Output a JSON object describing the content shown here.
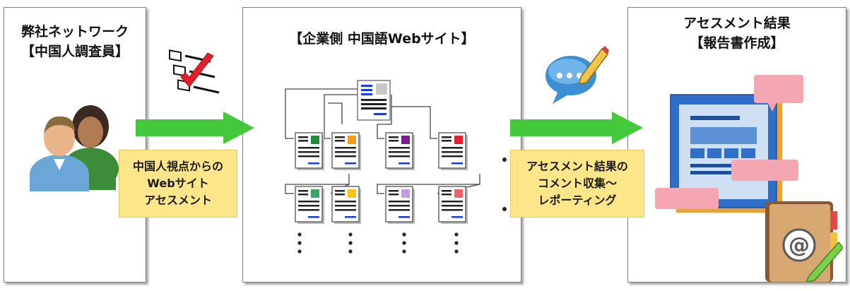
{
  "panels": {
    "left": {
      "title_line1": "弊社ネットワーク",
      "title_line2": "【中国人調査員】"
    },
    "center": {
      "title": "【企業側 中国語Webサイト】"
    },
    "right": {
      "title_line1": "アセスメント結果",
      "title_line2": "【報告書作成】"
    }
  },
  "callouts": {
    "first": {
      "line1": "中国人視点からの",
      "line2": "Webサイト",
      "line3": "アセスメント"
    },
    "second": {
      "line1": "アセスメント結果の",
      "line2": "コメント収集～",
      "line3": "レポーティング"
    }
  },
  "icons": {
    "people": "people-icon",
    "checklist": "checklist-icon",
    "comment_bubble": "comment-bubble-icon",
    "report": "report-document-icon",
    "address_book": "address-book-icon"
  },
  "sitemap": {
    "page_accent_colors_row1": [
      "#1f8b3a",
      "#f59d1c",
      "#7a1f8c",
      "#e8202a"
    ],
    "page_accent_colors_row2": [
      "#3aa56a",
      "#f7c41e",
      "#c89be0",
      "#f0606a"
    ]
  },
  "colors": {
    "arrow": "#44c93c",
    "callout": "#fde68a",
    "panel_border": "#7f7f7f"
  }
}
